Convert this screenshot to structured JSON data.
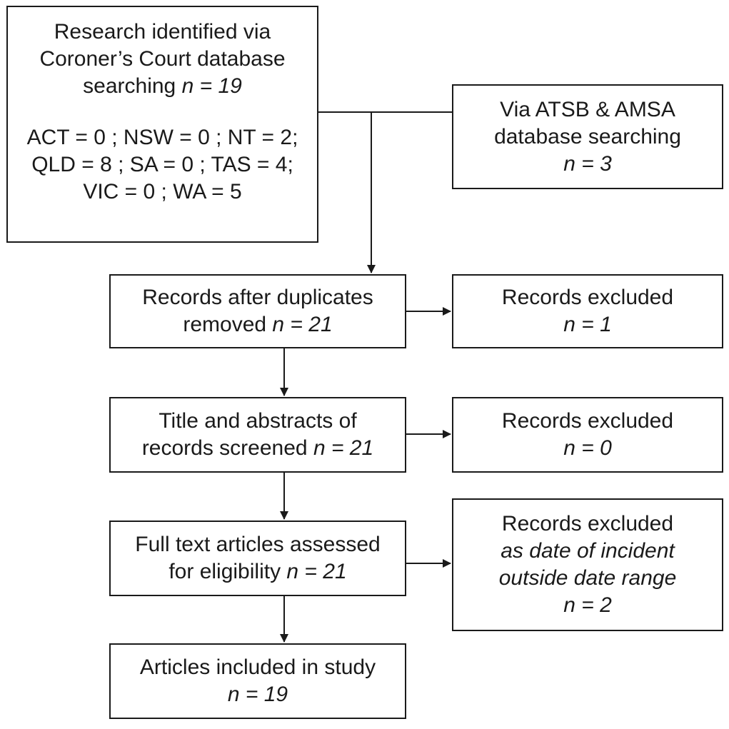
{
  "research": {
    "line1": "Research identified via",
    "line2": "Coroner’s Court database",
    "line3_text": "searching ",
    "line3_n": "n = 19",
    "states1": "ACT = 0 ; NSW = 0 ; NT = 2;",
    "states2": "QLD = 8 ; SA = 0 ; TAS = 4;",
    "states3": "VIC = 0 ; WA = 5"
  },
  "atsb": {
    "line1": "Via ATSB & AMSA",
    "line2": "database searching",
    "n": "n = 3"
  },
  "duplicates": {
    "line1": "Records after duplicates",
    "line2_text": "removed ",
    "n": "n = 21"
  },
  "excluded_1": {
    "label": "Records excluded",
    "n": "n = 1"
  },
  "screened": {
    "line1": "Title and abstracts of",
    "line2_text": "records screened ",
    "n": "n = 21"
  },
  "excluded_2": {
    "label": "Records excluded",
    "n": "n = 0"
  },
  "full_text": {
    "line1": "Full text articles assessed",
    "line2_text": "for eligibility ",
    "n": "n = 21"
  },
  "excluded_3": {
    "label": "Records excluded",
    "reason1": "as date of incident",
    "reason2": "outside date range",
    "n": "n = 2"
  },
  "included": {
    "line1": "Articles included in study",
    "n": "n = 19"
  },
  "colors": {
    "stroke": "#1a1a1a",
    "background": "#ffffff"
  }
}
